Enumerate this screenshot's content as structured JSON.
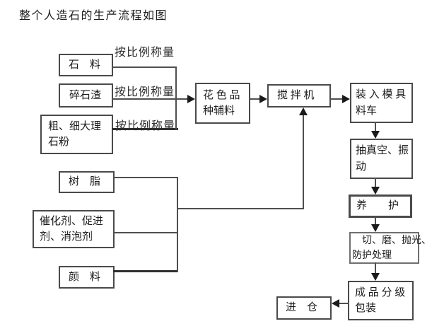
{
  "title": "整个人造石的生产流程如图",
  "colors": {
    "background": "#ffffff",
    "line": "#4f4f4f",
    "text": "#1c1c1c"
  },
  "flowchart": {
    "nodes": {
      "stone": {
        "label": "石　料"
      },
      "gravel": {
        "label": "碎石渣"
      },
      "marble": {
        "label": "粗、细大理\n石粉"
      },
      "aux": {
        "label": "花 色 品\n种辅料"
      },
      "mixer": {
        "label": "搅 拌 机"
      },
      "cart": {
        "label": "装 入 模 具\n料车"
      },
      "vacuum": {
        "label": "抽真空、振\n动"
      },
      "curing": {
        "label": "养　　护"
      },
      "cutting": {
        "label": "　切、磨、抛光、\n防护处理"
      },
      "grading": {
        "label": "成 品 分 级\n包装"
      },
      "warehouse": {
        "label": "进　仓"
      },
      "resin": {
        "label": "树　脂"
      },
      "catalyst": {
        "label": "催化剂、促进\n剂、消泡剂"
      },
      "pigment": {
        "label": "颜　料"
      }
    },
    "edge_labels": {
      "weigh_stone": "按比例称量",
      "weigh_gravel": "按比例称量",
      "weigh_marble": "按比例称量"
    }
  }
}
